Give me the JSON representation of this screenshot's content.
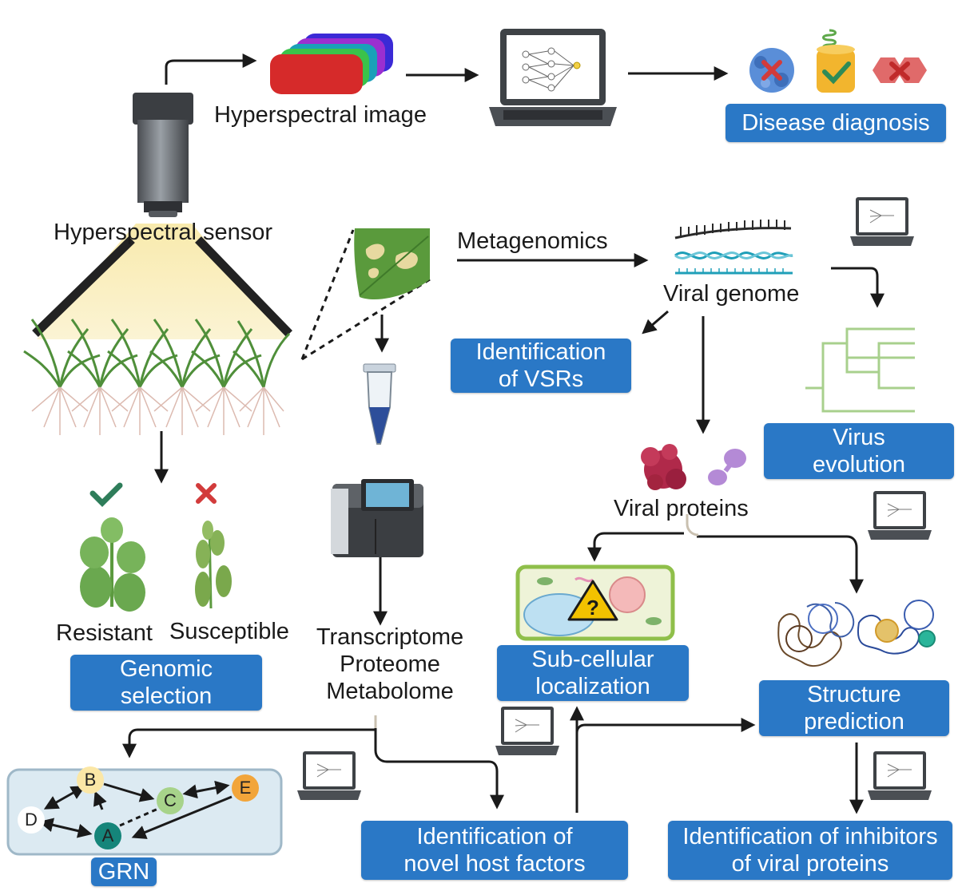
{
  "labels": {
    "hyperspectral_image": "Hyperspectral image",
    "hyperspectral_sensor": "Hyperspectral sensor",
    "metagenomics": "Metagenomics",
    "viral_genome": "Viral genome",
    "viral_proteins": "Viral proteins",
    "resistant": "Resistant",
    "susceptible": "Susceptible",
    "omics": [
      "Transcriptome",
      "Proteome",
      "Metabolome"
    ]
  },
  "boxes": {
    "disease_diagnosis": [
      "Disease diagnosis"
    ],
    "identification_vsrs": [
      "Identification",
      "of VSRs"
    ],
    "virus_evolution": [
      "Virus",
      "evolution"
    ],
    "genomic_selection": [
      "Genomic",
      "selection"
    ],
    "subcellular": [
      "Sub-cellular",
      "localization"
    ],
    "structure_prediction": [
      "Structure",
      "prediction"
    ],
    "host_factors": [
      "Identification of",
      "novel host factors"
    ],
    "inhibitors": [
      "Identification of inhibitors",
      "of viral proteins"
    ],
    "grn": [
      "GRN"
    ]
  },
  "grn_nodes": [
    "A",
    "B",
    "C",
    "D",
    "E"
  ],
  "colors": {
    "box_blue": "#2a78c6",
    "arrow": "#1a1a1a",
    "leaf_green": "#5a9a3c",
    "tree_green": "#a8d08d"
  },
  "icons": [
    "camera-sensor-icon",
    "laptop-icon",
    "leaf-icon",
    "tube-icon",
    "sequencer-icon",
    "dna-icon",
    "protein-icon",
    "cell-icon",
    "warning-icon",
    "check-icon",
    "cross-icon",
    "phylogenetic-tree-icon"
  ]
}
